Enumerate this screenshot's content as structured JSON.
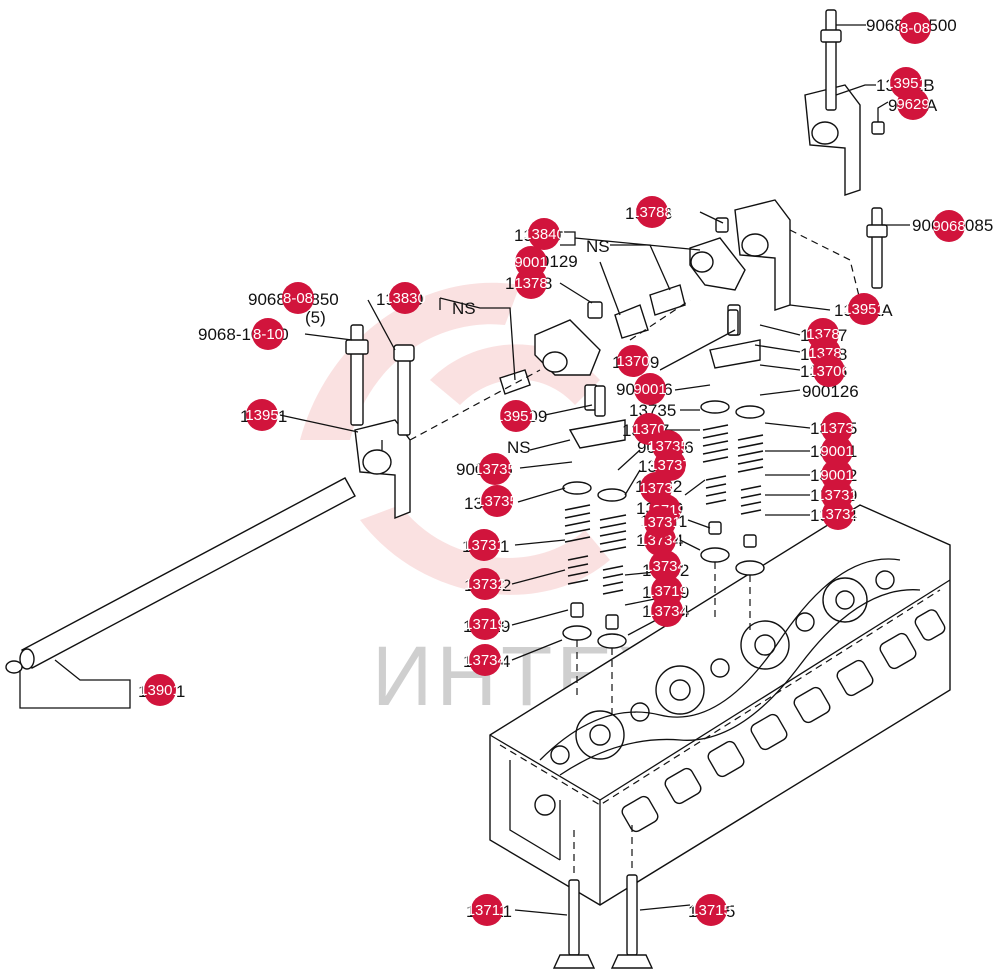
{
  "watermark": "ИНТЕХ",
  "colors": {
    "pin": "#d1143c",
    "ink": "#111111",
    "watermark_logo": "#f6c9c9",
    "watermark_text": "#cfcfcf"
  },
  "labels": [
    {
      "id": "l-9068-08500",
      "text": "9068-08500"
    },
    {
      "id": "l-13951b",
      "text": "13951B"
    },
    {
      "id": "l-9629a",
      "text": "9629A"
    },
    {
      "id": "l-13788-top",
      "text": "13788"
    },
    {
      "id": "l-13840",
      "text": "13840"
    },
    {
      "id": "l-ns-1",
      "text": "NS"
    },
    {
      "id": "l-900129",
      "text": "900129"
    },
    {
      "id": "l-9068-0085",
      "text": "9068-0085"
    },
    {
      "id": "l-13788-mid",
      "text": "13788"
    },
    {
      "id": "l-9068-08850",
      "text": "9068-08850"
    },
    {
      "id": "l-5",
      "text": "(5)"
    },
    {
      "id": "l-13830",
      "text": "13830"
    },
    {
      "id": "l-ns-2",
      "text": "NS"
    },
    {
      "id": "l-9068-10550",
      "text": "9068-10550"
    },
    {
      "id": "l-13951a",
      "text": "13951A"
    },
    {
      "id": "l-13787",
      "text": "13787"
    },
    {
      "id": "l-13788-r",
      "text": "13788"
    },
    {
      "id": "l-13709-r",
      "text": "13709"
    },
    {
      "id": "l-13706",
      "text": "13706"
    },
    {
      "id": "l-900126-a",
      "text": "900126"
    },
    {
      "id": "l-900126-b",
      "text": "900126"
    },
    {
      "id": "l-13951",
      "text": "13951"
    },
    {
      "id": "l-13709-l",
      "text": "13709"
    },
    {
      "id": "l-13735-a",
      "text": "13735"
    },
    {
      "id": "l-13735-b",
      "text": "13735"
    },
    {
      "id": "l-ns-3",
      "text": "NS"
    },
    {
      "id": "l-13737",
      "text": "13737"
    },
    {
      "id": "l-900126-c",
      "text": "900126"
    },
    {
      "id": "l-13731-r",
      "text": "13731"
    },
    {
      "id": "l-900126-d",
      "text": "900126"
    },
    {
      "id": "l-13735-c",
      "text": "13735"
    },
    {
      "id": "l-13732-r",
      "text": "13732"
    },
    {
      "id": "l-13735-d",
      "text": "13735"
    },
    {
      "id": "l-13732-m",
      "text": "13732"
    },
    {
      "id": "l-13719-r",
      "text": "13719"
    },
    {
      "id": "l-13719-m",
      "text": "13719"
    },
    {
      "id": "l-13734-r",
      "text": "13734"
    },
    {
      "id": "l-13731-m",
      "text": "13731"
    },
    {
      "id": "l-13731-l",
      "text": "13731"
    },
    {
      "id": "l-13734-m",
      "text": "13734"
    },
    {
      "id": "l-13732-m2",
      "text": "13732"
    },
    {
      "id": "l-13732-l",
      "text": "13732"
    },
    {
      "id": "l-13719-m2",
      "text": "13719"
    },
    {
      "id": "l-13734-m2",
      "text": "13734"
    },
    {
      "id": "l-13719-l",
      "text": "13719"
    },
    {
      "id": "l-13734-l",
      "text": "13734"
    },
    {
      "id": "l-13901",
      "text": "13901"
    },
    {
      "id": "l-13711",
      "text": "13711"
    },
    {
      "id": "l-13715",
      "text": "13715"
    }
  ],
  "pins": [
    {
      "id": "p1",
      "text": "8-08"
    },
    {
      "id": "p2",
      "text": "13951"
    },
    {
      "id": "p3",
      "text": "9629"
    },
    {
      "id": "p4",
      "text": "13788"
    },
    {
      "id": "p5",
      "text": "13840"
    },
    {
      "id": "p6",
      "text": "9001"
    },
    {
      "id": "p7",
      "text": "9068"
    },
    {
      "id": "p8",
      "text": "1378"
    },
    {
      "id": "p9",
      "text": "8-08"
    },
    {
      "id": "p10",
      "text": "13830"
    },
    {
      "id": "p11",
      "text": "8-10"
    },
    {
      "id": "p12",
      "text": "1395"
    },
    {
      "id": "p13",
      "text": "13951"
    },
    {
      "id": "p14",
      "text": "1378"
    },
    {
      "id": "p15",
      "text": "1378"
    },
    {
      "id": "p16",
      "text": "1370"
    },
    {
      "id": "p17",
      "text": "13706"
    },
    {
      "id": "p18",
      "text": "9001"
    },
    {
      "id": "p19",
      "text": "13951"
    },
    {
      "id": "p20",
      "text": "1370"
    },
    {
      "id": "p21",
      "text": "1373"
    },
    {
      "id": "p22",
      "text": "13735"
    },
    {
      "id": "p23",
      "text": "9001"
    },
    {
      "id": "p24",
      "text": "13737"
    },
    {
      "id": "p25",
      "text": "13735"
    },
    {
      "id": "p26",
      "text": "9001"
    },
    {
      "id": "p27",
      "text": "13731"
    },
    {
      "id": "p28",
      "text": "13732"
    },
    {
      "id": "p29",
      "text": "13735"
    },
    {
      "id": "p30",
      "text": "1373"
    },
    {
      "id": "p31",
      "text": "13719"
    },
    {
      "id": "p32",
      "text": "13734"
    },
    {
      "id": "p33",
      "text": "13731"
    },
    {
      "id": "p34",
      "text": "13731"
    },
    {
      "id": "p35",
      "text": "13734"
    },
    {
      "id": "p36",
      "text": "13732"
    },
    {
      "id": "p37",
      "text": "13719"
    },
    {
      "id": "p38",
      "text": "13719"
    },
    {
      "id": "p39",
      "text": "13734"
    },
    {
      "id": "p40",
      "text": "13734"
    },
    {
      "id": "p41",
      "text": "13901"
    },
    {
      "id": "p42",
      "text": "13711"
    },
    {
      "id": "p43",
      "text": "13715"
    }
  ]
}
